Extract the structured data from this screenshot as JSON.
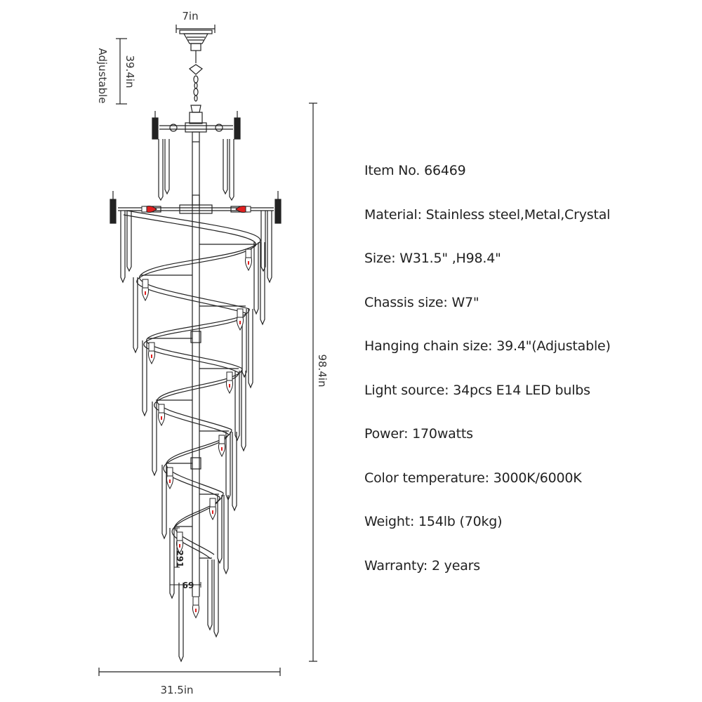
{
  "dimensions": {
    "chassis_width": "7in",
    "chain_length": "39.4in",
    "chain_note": "Adjustable",
    "total_height": "98.4in",
    "total_width": "31.5in",
    "bulb_length": "291",
    "bulb_width": "69"
  },
  "specs": [
    "Item No. 66469",
    "Material: Stainless steel,Metal,Crystal",
    "Size: W31.5\" ,H98.4\"",
    "Chassis size: W7\"",
    "Hanging chain size: 39.4\"(Adjustable)",
    "Light source: 34pcs E14 LED bulbs",
    "Power: 170watts",
    "Color temperature: 3000K/6000K",
    "Weight: 154lb (70kg)",
    "Warranty: 2 years"
  ],
  "colors": {
    "line": "#222222",
    "bulb": "#e02020"
  }
}
